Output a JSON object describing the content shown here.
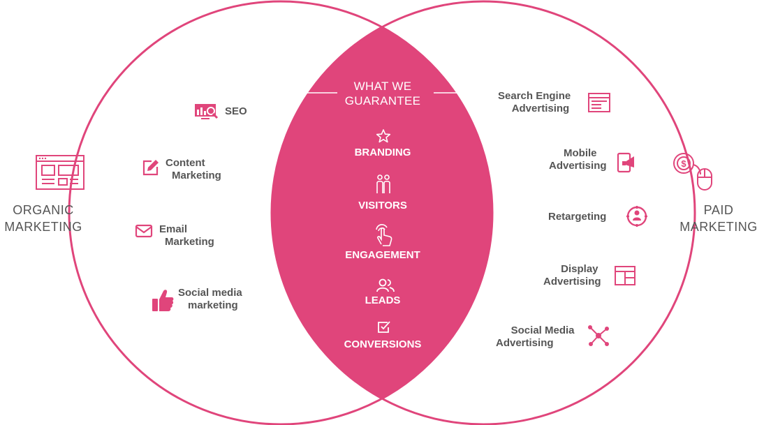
{
  "colors": {
    "accent": "#e0457b",
    "text": "#555555",
    "white": "#ffffff"
  },
  "organic": {
    "title_line1": "ORGANIC",
    "title_line2": "MARKETING",
    "items": [
      {
        "line1": "SEO",
        "line2": "",
        "icon": "seo-monitor-icon"
      },
      {
        "line1": "Content",
        "line2": "Marketing",
        "icon": "edit-icon"
      },
      {
        "line1": "Email",
        "line2": "Marketing",
        "icon": "envelope-icon"
      },
      {
        "line1": "Social media",
        "line2": "marketing",
        "icon": "thumbs-up-icon"
      }
    ]
  },
  "paid": {
    "title_line1": "PAID",
    "title_line2": "MARKETING",
    "items": [
      {
        "line1": "Search Engine",
        "line2": "Advertising",
        "icon": "browser-window-icon"
      },
      {
        "line1": "Mobile",
        "line2": "Advertising",
        "icon": "mobile-ad-icon"
      },
      {
        "line1": "Retargeting",
        "line2": "",
        "icon": "target-person-icon"
      },
      {
        "line1": "Display",
        "line2": "Advertising",
        "icon": "layout-grid-icon"
      },
      {
        "line1": "Social Media",
        "line2": "Advertising",
        "icon": "network-icon"
      }
    ]
  },
  "center": {
    "title_line1": "WHAT WE",
    "title_line2": "GUARANTEE",
    "items": [
      {
        "label": "BRANDING",
        "icon": "star-icon"
      },
      {
        "label": "VISITORS",
        "icon": "people-icon"
      },
      {
        "label": "ENGAGEMENT",
        "icon": "tap-hand-icon"
      },
      {
        "label": "LEADS",
        "icon": "user-group-icon"
      },
      {
        "label": "CONVERSIONS",
        "icon": "checkbox-icon"
      }
    ]
  }
}
